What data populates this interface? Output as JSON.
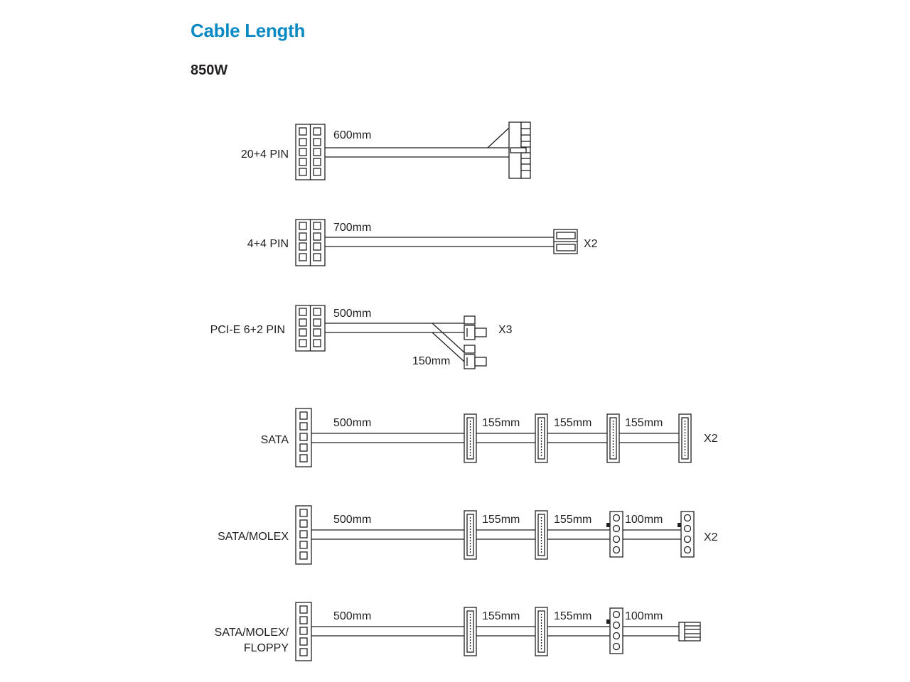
{
  "header": {
    "title": "Cable Length",
    "wattage": "850W"
  },
  "colors": {
    "title": "#0a8ac4",
    "line": "#231f20"
  },
  "cables": [
    {
      "label_lines": [
        "20+4 PIN"
      ],
      "segments": [
        "600mm"
      ],
      "multiplier": ""
    },
    {
      "label_lines": [
        "4+4 PIN"
      ],
      "segments": [
        "700mm"
      ],
      "multiplier": "X2"
    },
    {
      "label_lines": [
        "PCI-E 6+2 PIN"
      ],
      "segments": [
        "500mm",
        "150mm"
      ],
      "multiplier": "X3"
    },
    {
      "label_lines": [
        "SATA"
      ],
      "segments": [
        "500mm",
        "155mm",
        "155mm",
        "155mm"
      ],
      "multiplier": "X2"
    },
    {
      "label_lines": [
        "SATA/MOLEX"
      ],
      "segments": [
        "500mm",
        "155mm",
        "155mm",
        "100mm"
      ],
      "multiplier": "X2"
    },
    {
      "label_lines": [
        "SATA/MOLEX/",
        "FLOPPY"
      ],
      "segments": [
        "500mm",
        "155mm",
        "155mm",
        "100mm"
      ],
      "multiplier": ""
    }
  ]
}
